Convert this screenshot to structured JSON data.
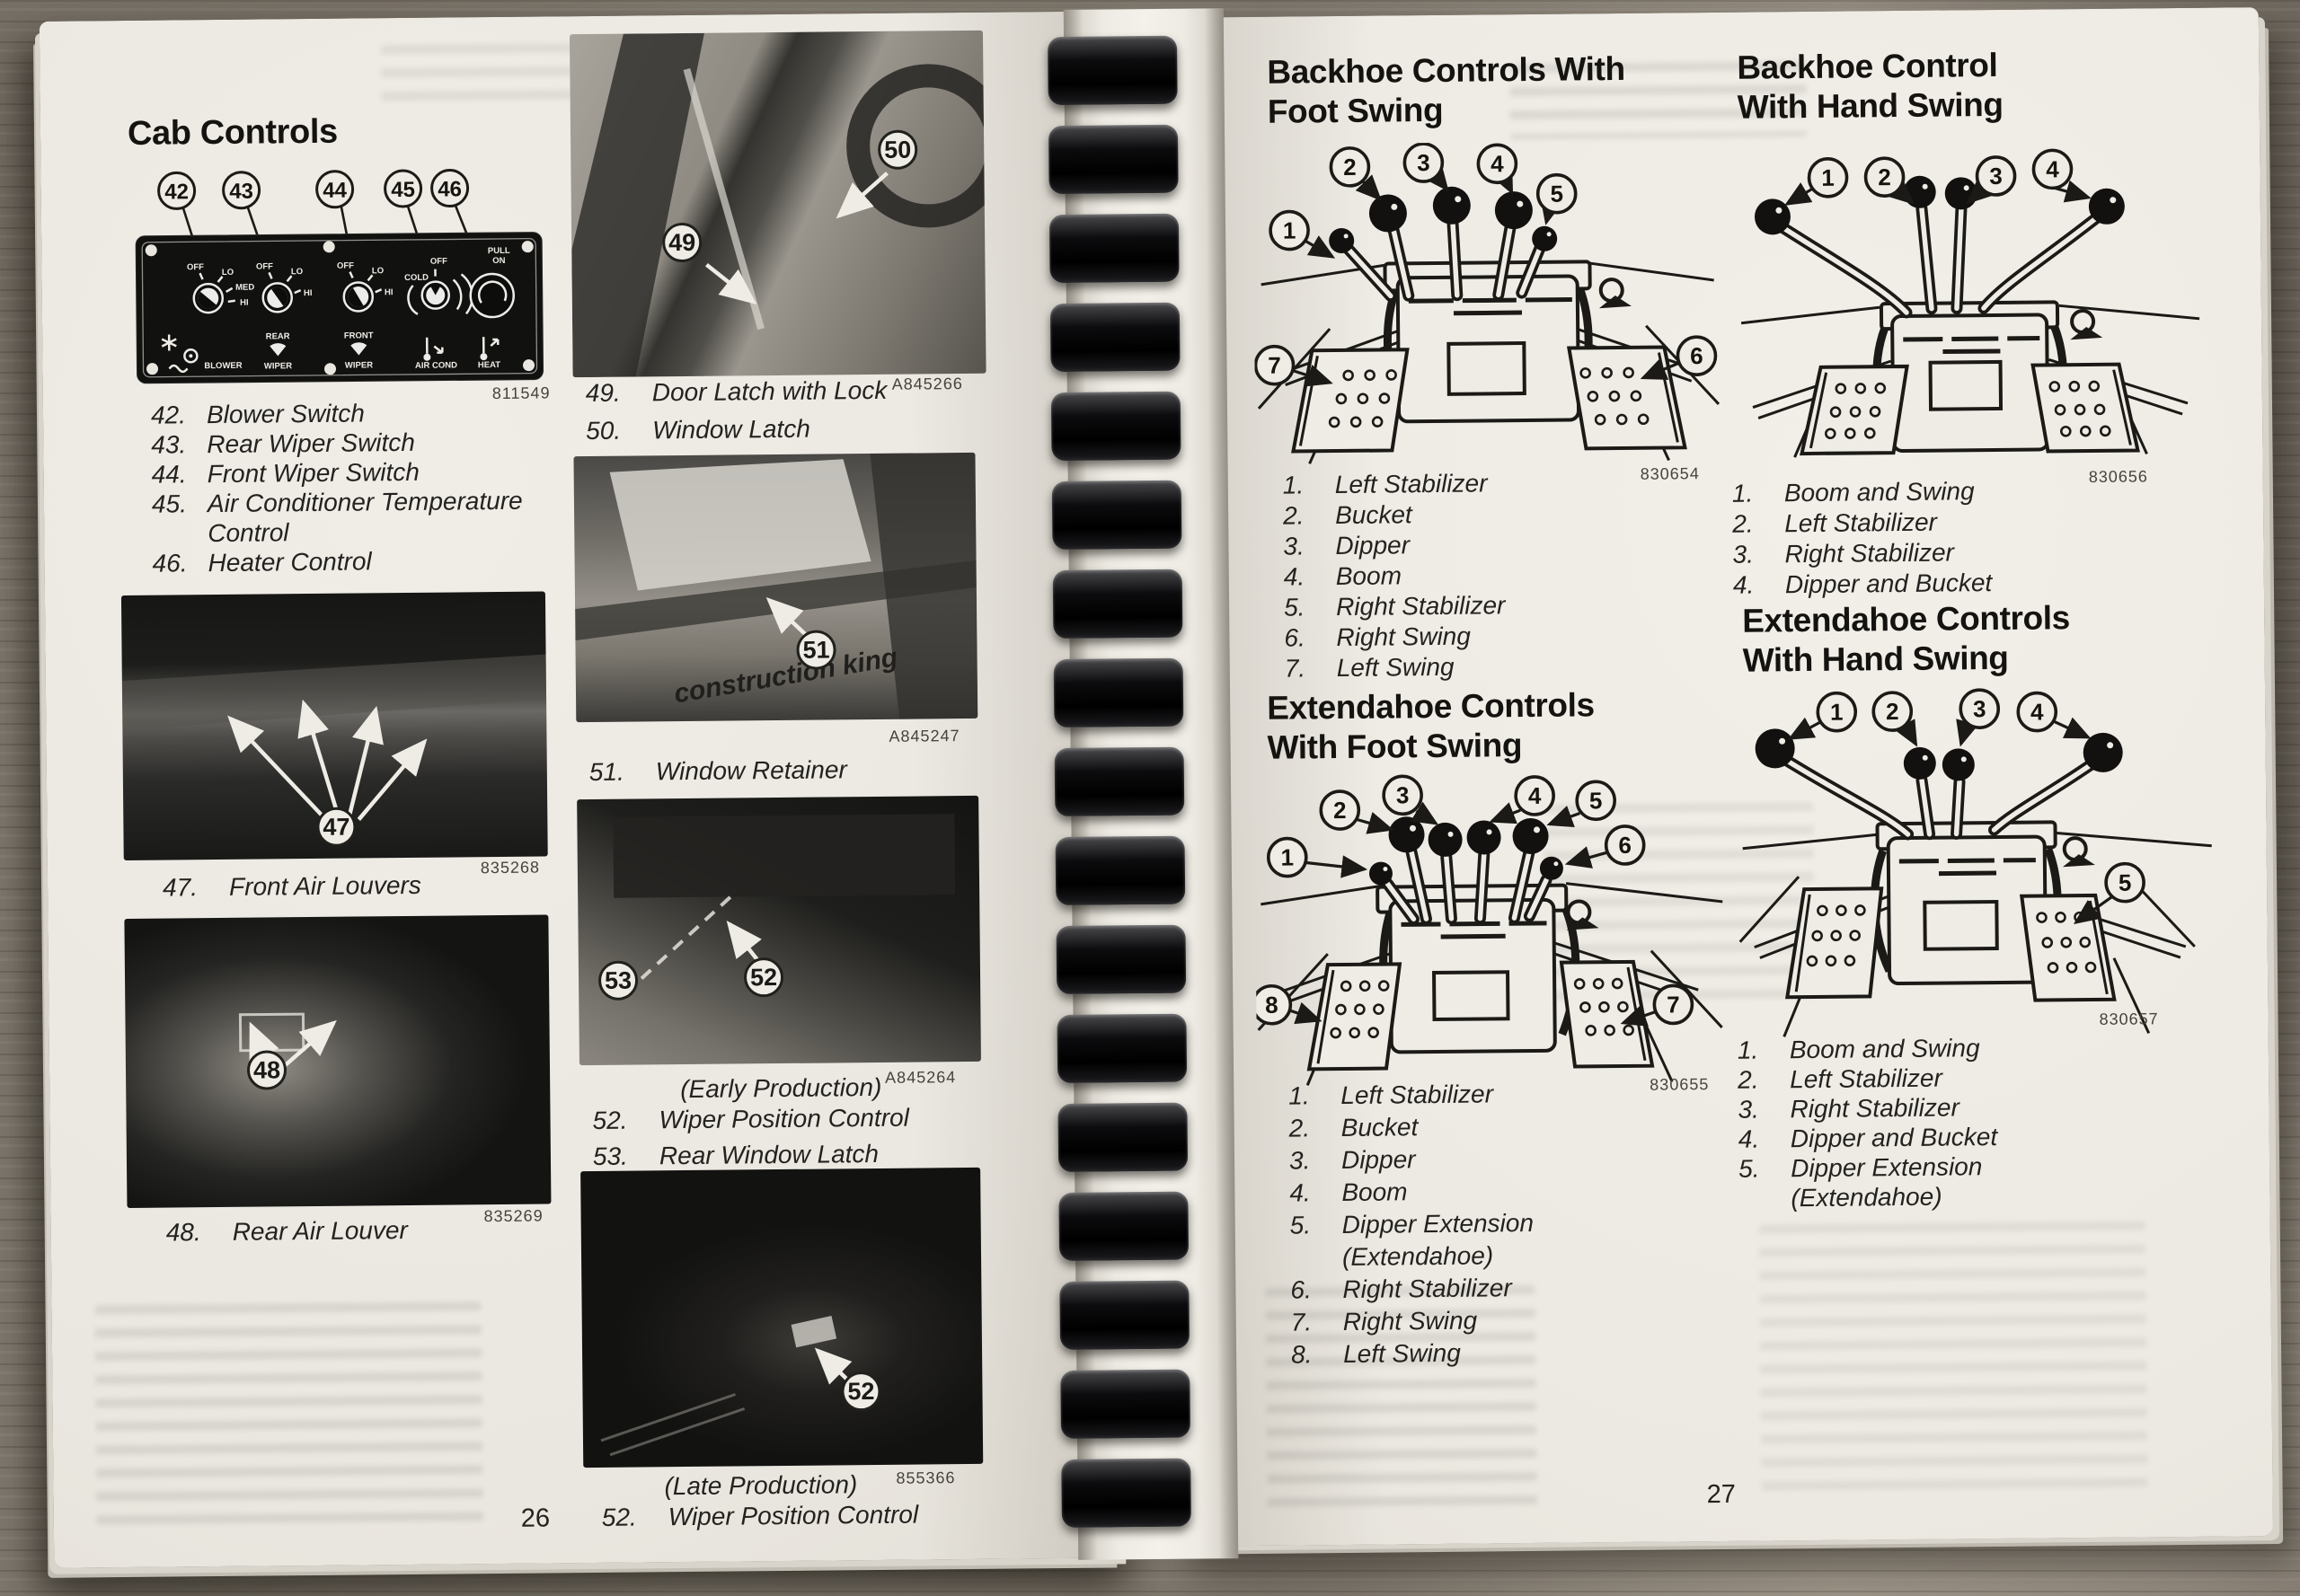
{
  "left_page": {
    "page_number": "26",
    "title": "Cab Controls",
    "panel": {
      "figure_id": "811549",
      "callouts": [
        "42",
        "43",
        "44",
        "45",
        "46"
      ],
      "ticks": {
        "off": "OFF",
        "lo": "LO",
        "med": "MED",
        "hi": "HI",
        "cold": "COLD",
        "pull": "PULL",
        "on": "ON"
      },
      "labels": {
        "blower": "BLOWER",
        "rear": "REAR",
        "front": "FRONT",
        "wiper": "WIPER",
        "air_cond": "AIR COND",
        "heat": "HEAT"
      }
    },
    "switch_list": [
      {
        "num": "42.",
        "label": "Blower Switch"
      },
      {
        "num": "43.",
        "label": "Rear Wiper Switch"
      },
      {
        "num": "44.",
        "label": "Front Wiper Switch"
      },
      {
        "num": "45.",
        "label": "Air Conditioner Temperature",
        "label2": "Control"
      },
      {
        "num": "46.",
        "label": "Heater Control"
      }
    ],
    "photos": {
      "door_latch": {
        "figure_id": "A845266",
        "callouts": [
          "49",
          "50"
        ],
        "captions": [
          {
            "num": "49.",
            "label": "Door Latch with Lock"
          },
          {
            "num": "50.",
            "label": "Window Latch"
          }
        ]
      },
      "window_retainer": {
        "figure_id": "A845247",
        "callout": "51",
        "photo_text": "construction king",
        "caption": {
          "num": "51.",
          "label": "Window Retainer"
        }
      },
      "front_louvers": {
        "figure_id": "835268",
        "callout": "47",
        "caption": {
          "num": "47.",
          "label": "Front Air Louvers"
        }
      },
      "rear_louver": {
        "figure_id": "835269",
        "callout": "48",
        "caption": {
          "num": "48.",
          "label": "Rear Air Louver"
        }
      },
      "wiper_early": {
        "figure_id": "A845264",
        "note": "(Early Production)",
        "callouts": [
          "53",
          "52"
        ],
        "captions": [
          {
            "num": "52.",
            "label": "Wiper Position Control"
          },
          {
            "num": "53.",
            "label": "Rear Window Latch"
          }
        ]
      },
      "wiper_late": {
        "figure_id": "855366",
        "note": "(Late Production)",
        "callout": "52",
        "caption": {
          "num": "52.",
          "label": "Wiper Position Control"
        }
      }
    }
  },
  "right_page": {
    "page_number": "27",
    "sections": [
      {
        "title1": "Backhoe Controls With",
        "title2": "Foot Swing",
        "figure_id": "830654",
        "diagram_callouts": [
          "1",
          "2",
          "3",
          "4",
          "5",
          "6",
          "7"
        ],
        "items": [
          {
            "num": "1.",
            "label": "Left Stabilizer"
          },
          {
            "num": "2.",
            "label": "Bucket"
          },
          {
            "num": "3.",
            "label": "Dipper"
          },
          {
            "num": "4.",
            "label": "Boom"
          },
          {
            "num": "5.",
            "label": "Right Stabilizer"
          },
          {
            "num": "6.",
            "label": "Right Swing"
          },
          {
            "num": "7.",
            "label": "Left Swing"
          }
        ]
      },
      {
        "title1": "Backhoe Control",
        "title2": "With Hand Swing",
        "figure_id": "830656",
        "diagram_callouts": [
          "1",
          "2",
          "3",
          "4"
        ],
        "items": [
          {
            "num": "1.",
            "label": "Boom and Swing"
          },
          {
            "num": "2.",
            "label": "Left Stabilizer"
          },
          {
            "num": "3.",
            "label": "Right Stabilizer"
          },
          {
            "num": "4.",
            "label": "Dipper and Bucket"
          }
        ]
      },
      {
        "title1": "Extendahoe Controls",
        "title2": "With Foot Swing",
        "figure_id": "830655",
        "diagram_callouts": [
          "1",
          "2",
          "3",
          "4",
          "5",
          "6",
          "7",
          "8"
        ],
        "items": [
          {
            "num": "1.",
            "label": "Left Stabilizer"
          },
          {
            "num": "2.",
            "label": "Bucket"
          },
          {
            "num": "3.",
            "label": "Dipper"
          },
          {
            "num": "4.",
            "label": "Boom"
          },
          {
            "num": "5.",
            "label": "Dipper Extension",
            "label2": "(Extendahoe)"
          },
          {
            "num": "6.",
            "label": "Right Stabilizer"
          },
          {
            "num": "7.",
            "label": "Right Swing"
          },
          {
            "num": "8.",
            "label": "Left Swing"
          }
        ]
      },
      {
        "title1": "Extendahoe Controls",
        "title2": "With Hand Swing",
        "figure_id": "830657",
        "diagram_callouts": [
          "1",
          "2",
          "3",
          "4",
          "5"
        ],
        "items": [
          {
            "num": "1.",
            "label": "Boom and Swing"
          },
          {
            "num": "2.",
            "label": "Left Stabilizer"
          },
          {
            "num": "3.",
            "label": "Right Stabilizer"
          },
          {
            "num": "4.",
            "label": "Dipper and Bucket"
          },
          {
            "num": "5.",
            "label": "Dipper Extension",
            "label2": "(Extendahoe)"
          }
        ]
      }
    ]
  }
}
